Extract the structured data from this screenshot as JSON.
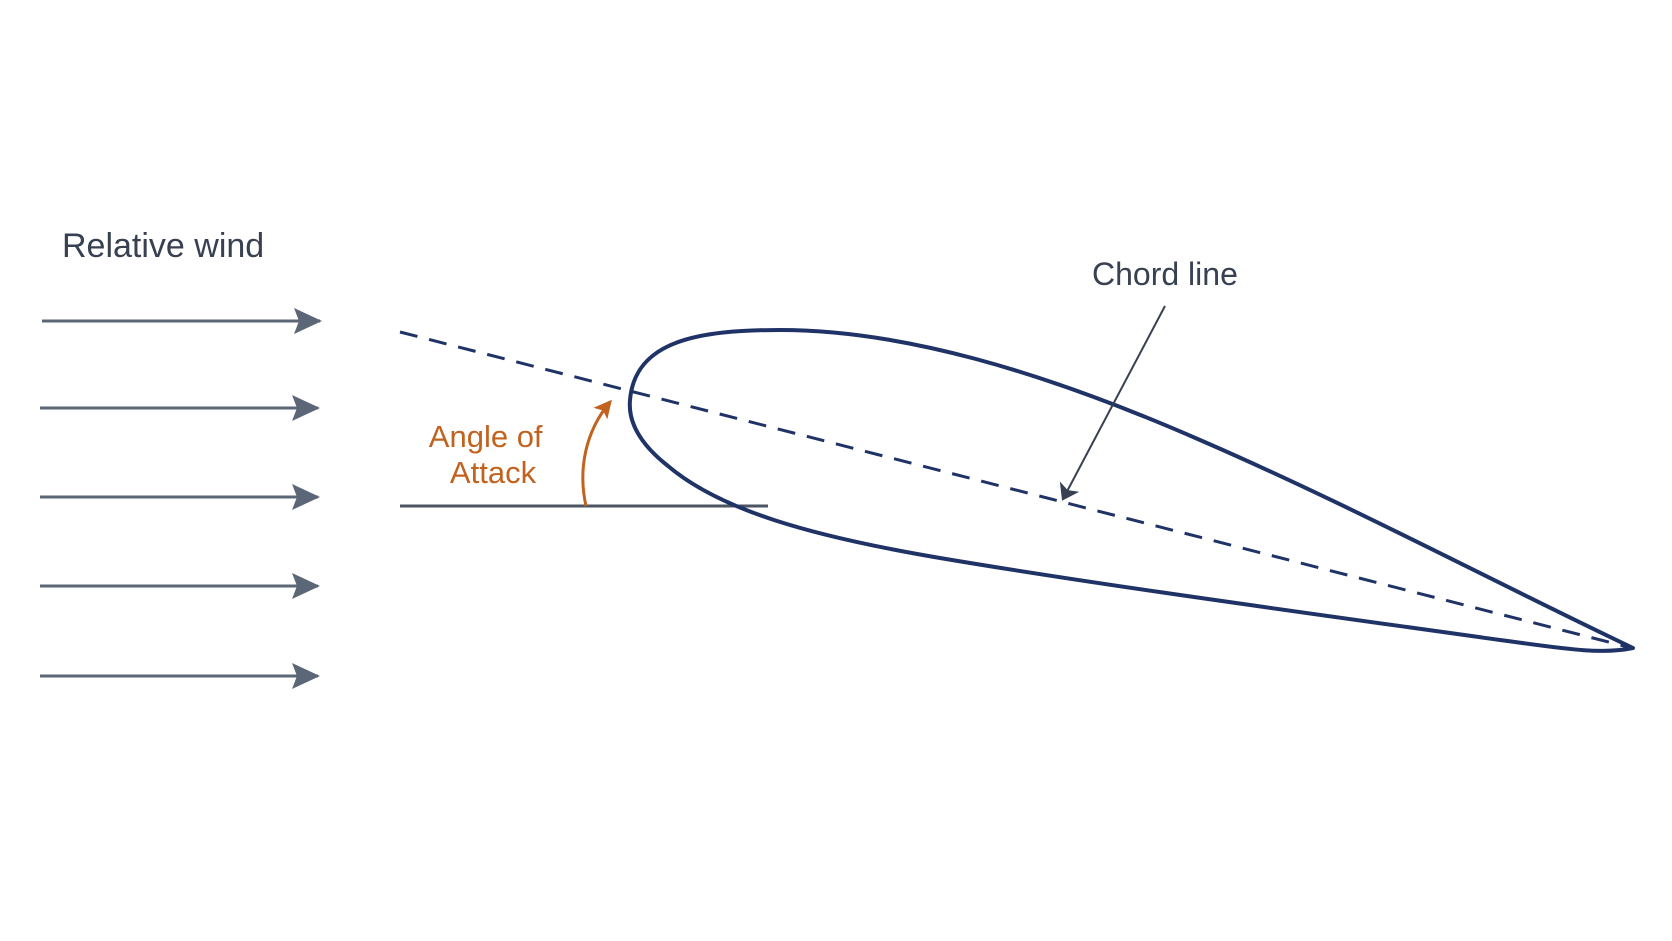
{
  "diagram": {
    "relative_wind": {
      "label": "Relative wind",
      "arrow_count": 5
    },
    "chord": {
      "label": "Chord line"
    },
    "angle_of_attack": {
      "label_line1": "Angle of",
      "label_line2": "Attack"
    },
    "colors": {
      "airfoil": "#1f3366",
      "wind_arrows": "#5b6677",
      "text": "#374151",
      "angle": "#c2621f",
      "chord_line": "#1f3366"
    }
  }
}
